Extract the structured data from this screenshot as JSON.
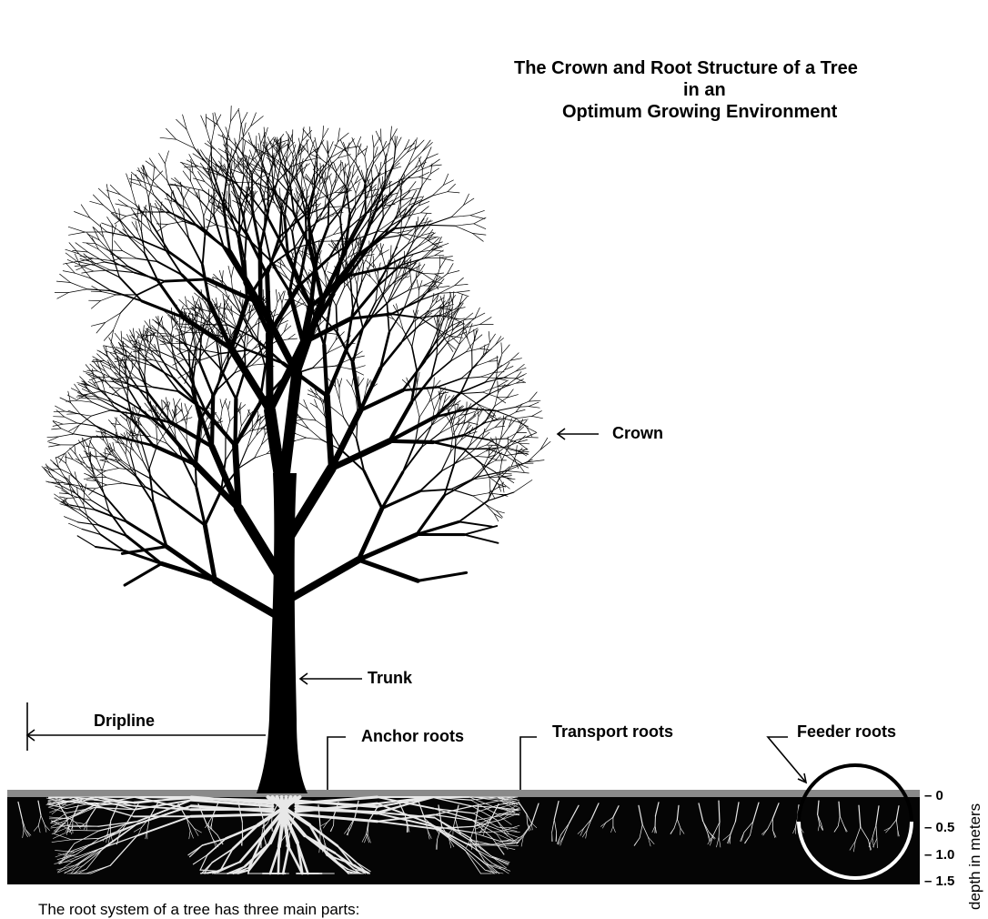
{
  "title": {
    "line1": "The Crown and Root Structure of a Tree",
    "line2": "in an",
    "line3": "Optimum Growing Environment"
  },
  "labels": {
    "crown": "Crown",
    "trunk": "Trunk",
    "dripline": "Dripline",
    "anchor_roots": "Anchor roots",
    "transport_roots": "Transport roots",
    "feeder_roots": "Feeder roots"
  },
  "depth_scale": {
    "axis_label": "depth in meters",
    "ticks": [
      "– 0",
      "– 0.5",
      "– 1.0",
      "– 1.5"
    ]
  },
  "caption": "The root system of a tree has three main parts:",
  "colors": {
    "background": "#ffffff",
    "ink": "#000000",
    "soil": "#050505",
    "roots": "#e8e8e8",
    "grass": "#8a8a8a"
  }
}
